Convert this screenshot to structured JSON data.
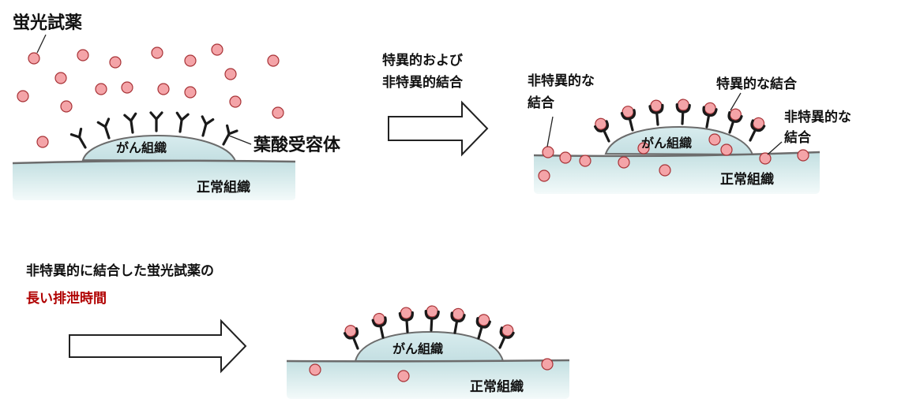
{
  "labels": {
    "fluorescent_probe": "蛍光試薬",
    "folate_receptor": "葉酸受容体",
    "cancer_tissue": "がん組織",
    "normal_tissue": "正常組織",
    "arrow1_line1": "特異的および",
    "arrow1_line2": "非特異的結合",
    "nonspecific_left_line1": "非特異的な",
    "nonspecific_left_line2": "結合",
    "specific_binding": "特異的な結合",
    "nonspecific_right_line1": "非特異的な",
    "nonspecific_right_line2": "結合",
    "bottom_line1": "非特異的に結合した蛍光試薬の",
    "bottom_line2": "長い排泄時間"
  },
  "colors": {
    "probe_fill": "#f4a4a8",
    "probe_stroke": "#a83236",
    "tissue_fill": "#d4ebec",
    "tumor_fill": "#c9e2e5",
    "surface_stroke": "#6c6c6c",
    "receptor": "#1a1a1a",
    "highlight_text": "#b00000"
  }
}
